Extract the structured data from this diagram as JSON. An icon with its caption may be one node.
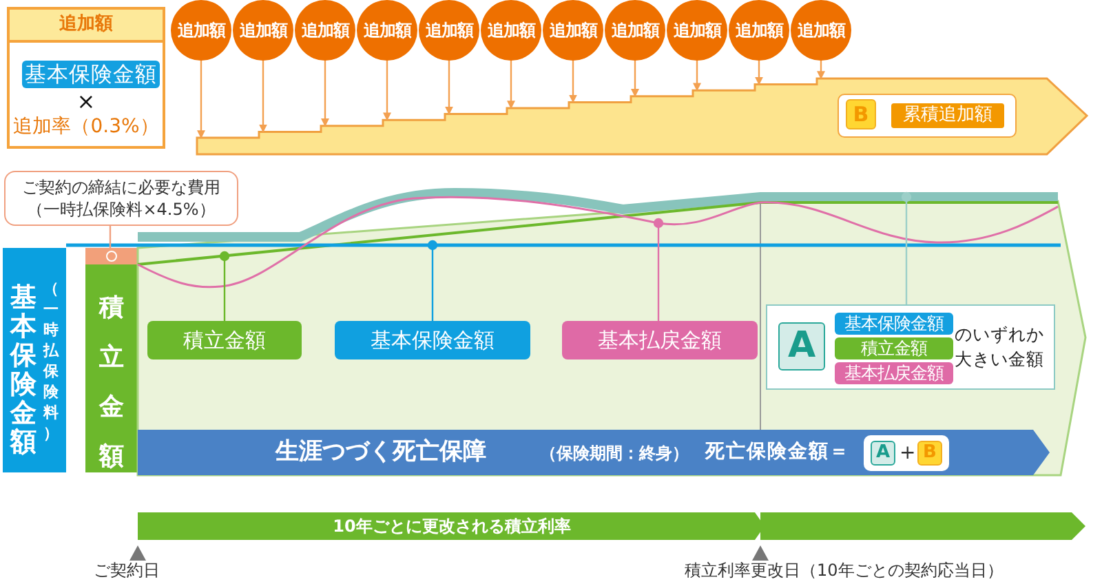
{
  "diagram": {
    "nodes": [
      {
        "text": [
          "追加額",
          "×",
          "追加率（0.3%）"
        ]
      },
      {
        "text": [
          "基本保険金額"
        ],
        "in": 0
      },
      {
        "text": [
          "追加額"
        ]
      },
      {
        "text": [
          "追加額"
        ]
      },
      {
        "text": [
          "追加額"
        ]
      },
      {
        "text": [
          "追加額"
        ]
      },
      {
        "text": [
          "追加額"
        ]
      },
      {
        "text": [
          "追加額"
        ]
      },
      {
        "text": [
          "追加額"
        ]
      },
      {
        "text": [
          "追加額"
        ]
      },
      {
        "text": [
          "追加額"
        ]
      },
      {
        "text": [
          "追加額"
        ]
      },
      {
        "text": [
          "追加額"
        ]
      },
      {
        "text": [],
        "shape": "arrow"
      },
      {
        "text": [
          "B",
          "累積追加額"
        ],
        "in": 13
      },
      {
        "text": [
          "ご契約の締結に必要な費用（一時払保険料×4.5%）"
        ]
      },
      {
        "text": [],
        "shape": "box"
      },
      {
        "text": [
          "基本保険金額",
          "（一時払保険料）"
        ]
      },
      {
        "text": [
          "積立金額"
        ]
      },
      {
        "text": [],
        "shape": "band"
      },
      {
        "text": [
          "積立金額"
        ],
        "in": 19
      },
      {
        "text": [
          "基本保険金額"
        ],
        "in": 19
      },
      {
        "text": [
          "基本払戻金額"
        ],
        "in": 19
      },
      {
        "text": [
          "A",
          "のいずれか大きい金額"
        ],
        "in": 19
      },
      {
        "text": [
          "基本保険金額"
        ],
        "in": 23
      },
      {
        "text": [
          "積立金額"
        ],
        "in": 23
      },
      {
        "text": [
          "基本払戻金額"
        ],
        "in": 23
      },
      {
        "text": [
          "生涯つづく死亡保障",
          "（保険期間：終身）",
          "死亡保険金額＝"
        ],
        "in": 19
      },
      {
        "text": [
          "A",
          "+",
          "B"
        ],
        "in": 27
      },
      {
        "text": [
          "10年ごとに更改される積立利率"
        ]
      },
      {
        "text": [],
        "shape": "arrow"
      }
    ],
    "edges": [
      {
        "from": 2,
        "to": 13,
        "arrow": "to"
      },
      {
        "from": 3,
        "to": 13,
        "arrow": "to"
      },
      {
        "from": 4,
        "to": 13,
        "arrow": "to"
      },
      {
        "from": 5,
        "to": 13,
        "arrow": "to"
      },
      {
        "from": 6,
        "to": 13,
        "arrow": "to"
      },
      {
        "from": 7,
        "to": 13,
        "arrow": "to"
      },
      {
        "from": 8,
        "to": 13,
        "arrow": "to"
      },
      {
        "from": 9,
        "to": 13,
        "arrow": "to"
      },
      {
        "from": 10,
        "to": 13,
        "arrow": "to"
      },
      {
        "from": 11,
        "to": 13,
        "arrow": "to"
      },
      {
        "from": 12,
        "to": 13,
        "arrow": "to"
      },
      {
        "from": 15,
        "to": 16,
        "arrow": "none",
        "color": "#f0a080"
      },
      {
        "from": 20,
        "to": null,
        "arrow": "other",
        "color": "#6cb82c"
      },
      {
        "from": 21,
        "to": null,
        "arrow": "other",
        "color": "#10a0e0"
      },
      {
        "from": 22,
        "to": null,
        "arrow": "other",
        "color": "#e070a8"
      },
      {
        "from": 23,
        "to": null,
        "arrow": "other",
        "color": "#9ccfc8"
      }
    ],
    "labels": [
      "ご契約日",
      "積立利率更改日（10年ごとの契約応当日）"
    ]
  }
}
